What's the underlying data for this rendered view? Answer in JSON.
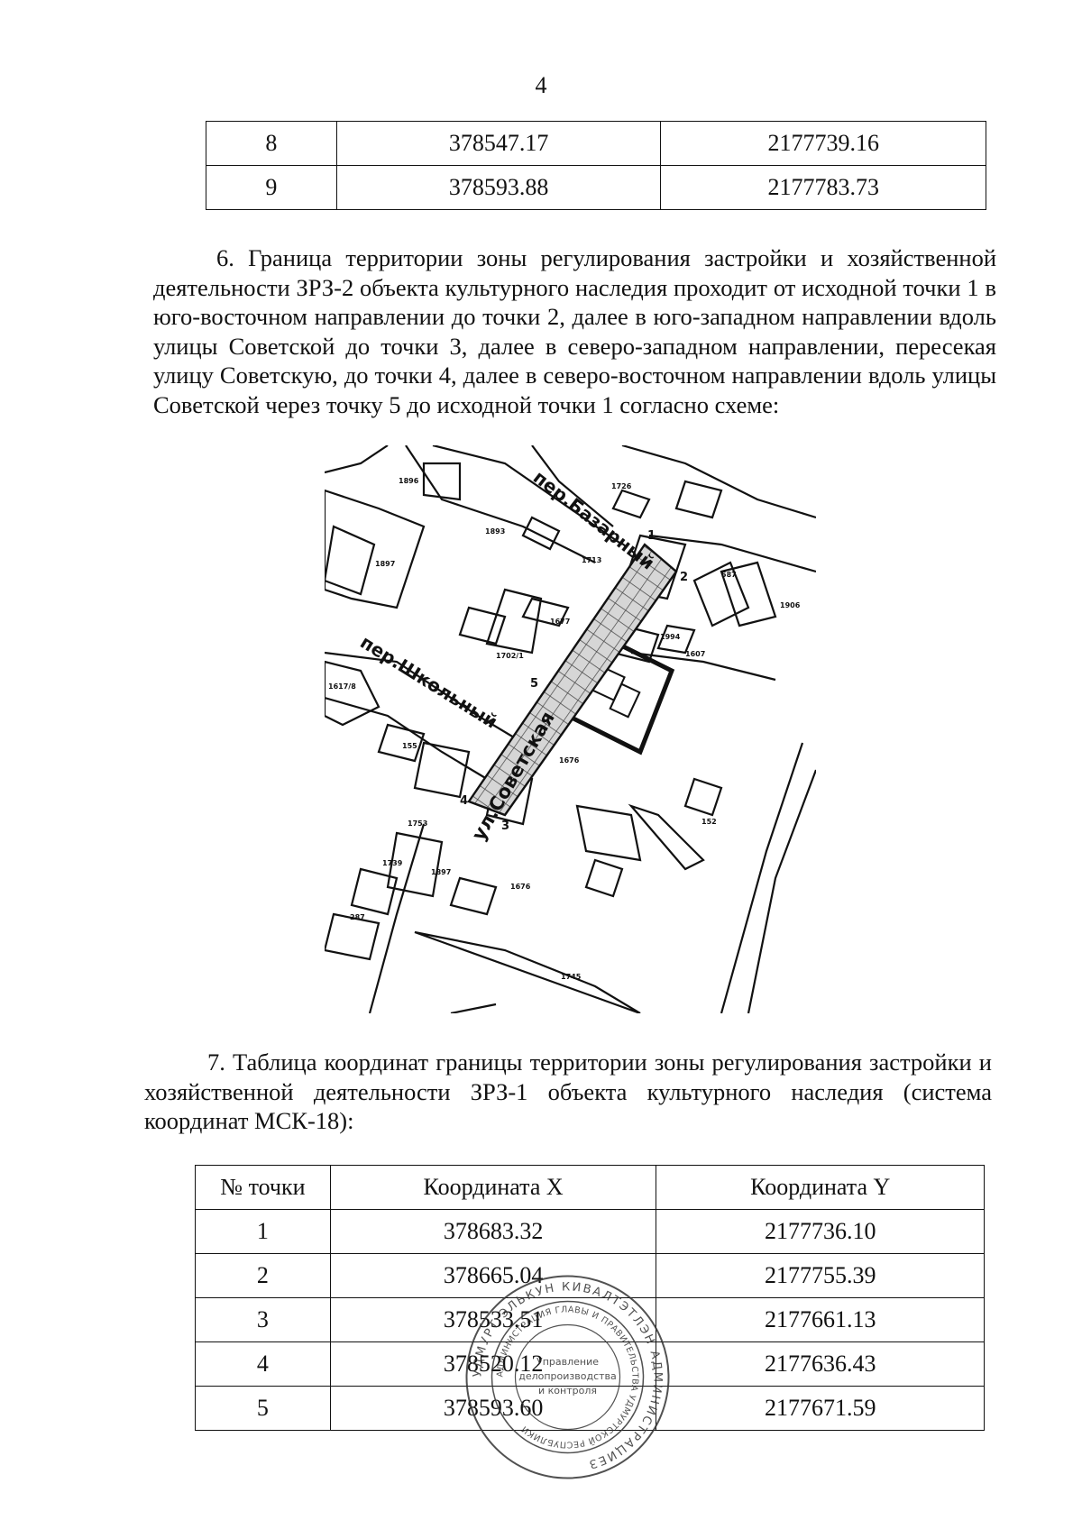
{
  "page_number": "4",
  "top_table": {
    "rows": [
      [
        "8",
        "378547.17",
        "2177739.16"
      ],
      [
        "9",
        "378593.88",
        "2177783.73"
      ]
    ]
  },
  "paragraph_6": "6. Граница территории зоны регулирования застройки и хозяйственной деятельности ЗРЗ-2 объекта культурного наследия проходит от исходной точки 1 в юго-восточном направлении до точки 2, далее в юго-западном направлении вдоль улицы Советской до точки 3, далее в северо-западном направлении, пересекая улицу Советскую, до точки 4, далее в северо-восточном направлении вдоль улицы Советской через точку 5 до исходной точки 1 согласно схеме:",
  "scheme": {
    "street_bazarny": "пер.Базарный",
    "street_shkolny": "пер.Школьный",
    "street_sovetskaya": "ул.Советская",
    "point_labels": [
      "1",
      "2",
      "3",
      "4",
      "5"
    ],
    "parcel_labels": [
      "1896",
      "1893",
      "1897",
      "1726",
      "1713",
      "587",
      "1906",
      "1677",
      "1702/1",
      "1994",
      "1607",
      "1617/8",
      "155",
      "1676",
      "1753",
      "152",
      "1739",
      "1897",
      "1676",
      "287",
      "1745"
    ]
  },
  "paragraph_7": "7. Таблица координат границы территории зоны регулирования застройки и хозяйственной деятельности ЗРЗ-1 объекта культурного наследия (система координат МСК-18):",
  "bottom_table": {
    "headers": [
      "№ точки",
      "Координата X",
      "Координата Y"
    ],
    "rows": [
      [
        "1",
        "378683.32",
        "2177736.10"
      ],
      [
        "2",
        "378665.04",
        "2177755.39"
      ],
      [
        "3",
        "378533.51",
        "2177661.13"
      ],
      [
        "4",
        "378520.12",
        "2177636.43"
      ],
      [
        "5",
        "378593.60",
        "2177671.59"
      ]
    ]
  },
  "seal": {
    "outer_ring": "УДМУРТ ЭЛЬКУН КИВАЛТЭТЛЭН АДМИНИСТРАЦИЕЗ",
    "inner_ring": "АДМИНИСТРАЦИЯ ГЛАВЫ И ПРАВИТЕЛЬСТВА УДМУРТСКОЙ РЕСПУБЛИКИ",
    "center_lines": [
      "Управление",
      "делопроизводства",
      "и контроля"
    ]
  }
}
